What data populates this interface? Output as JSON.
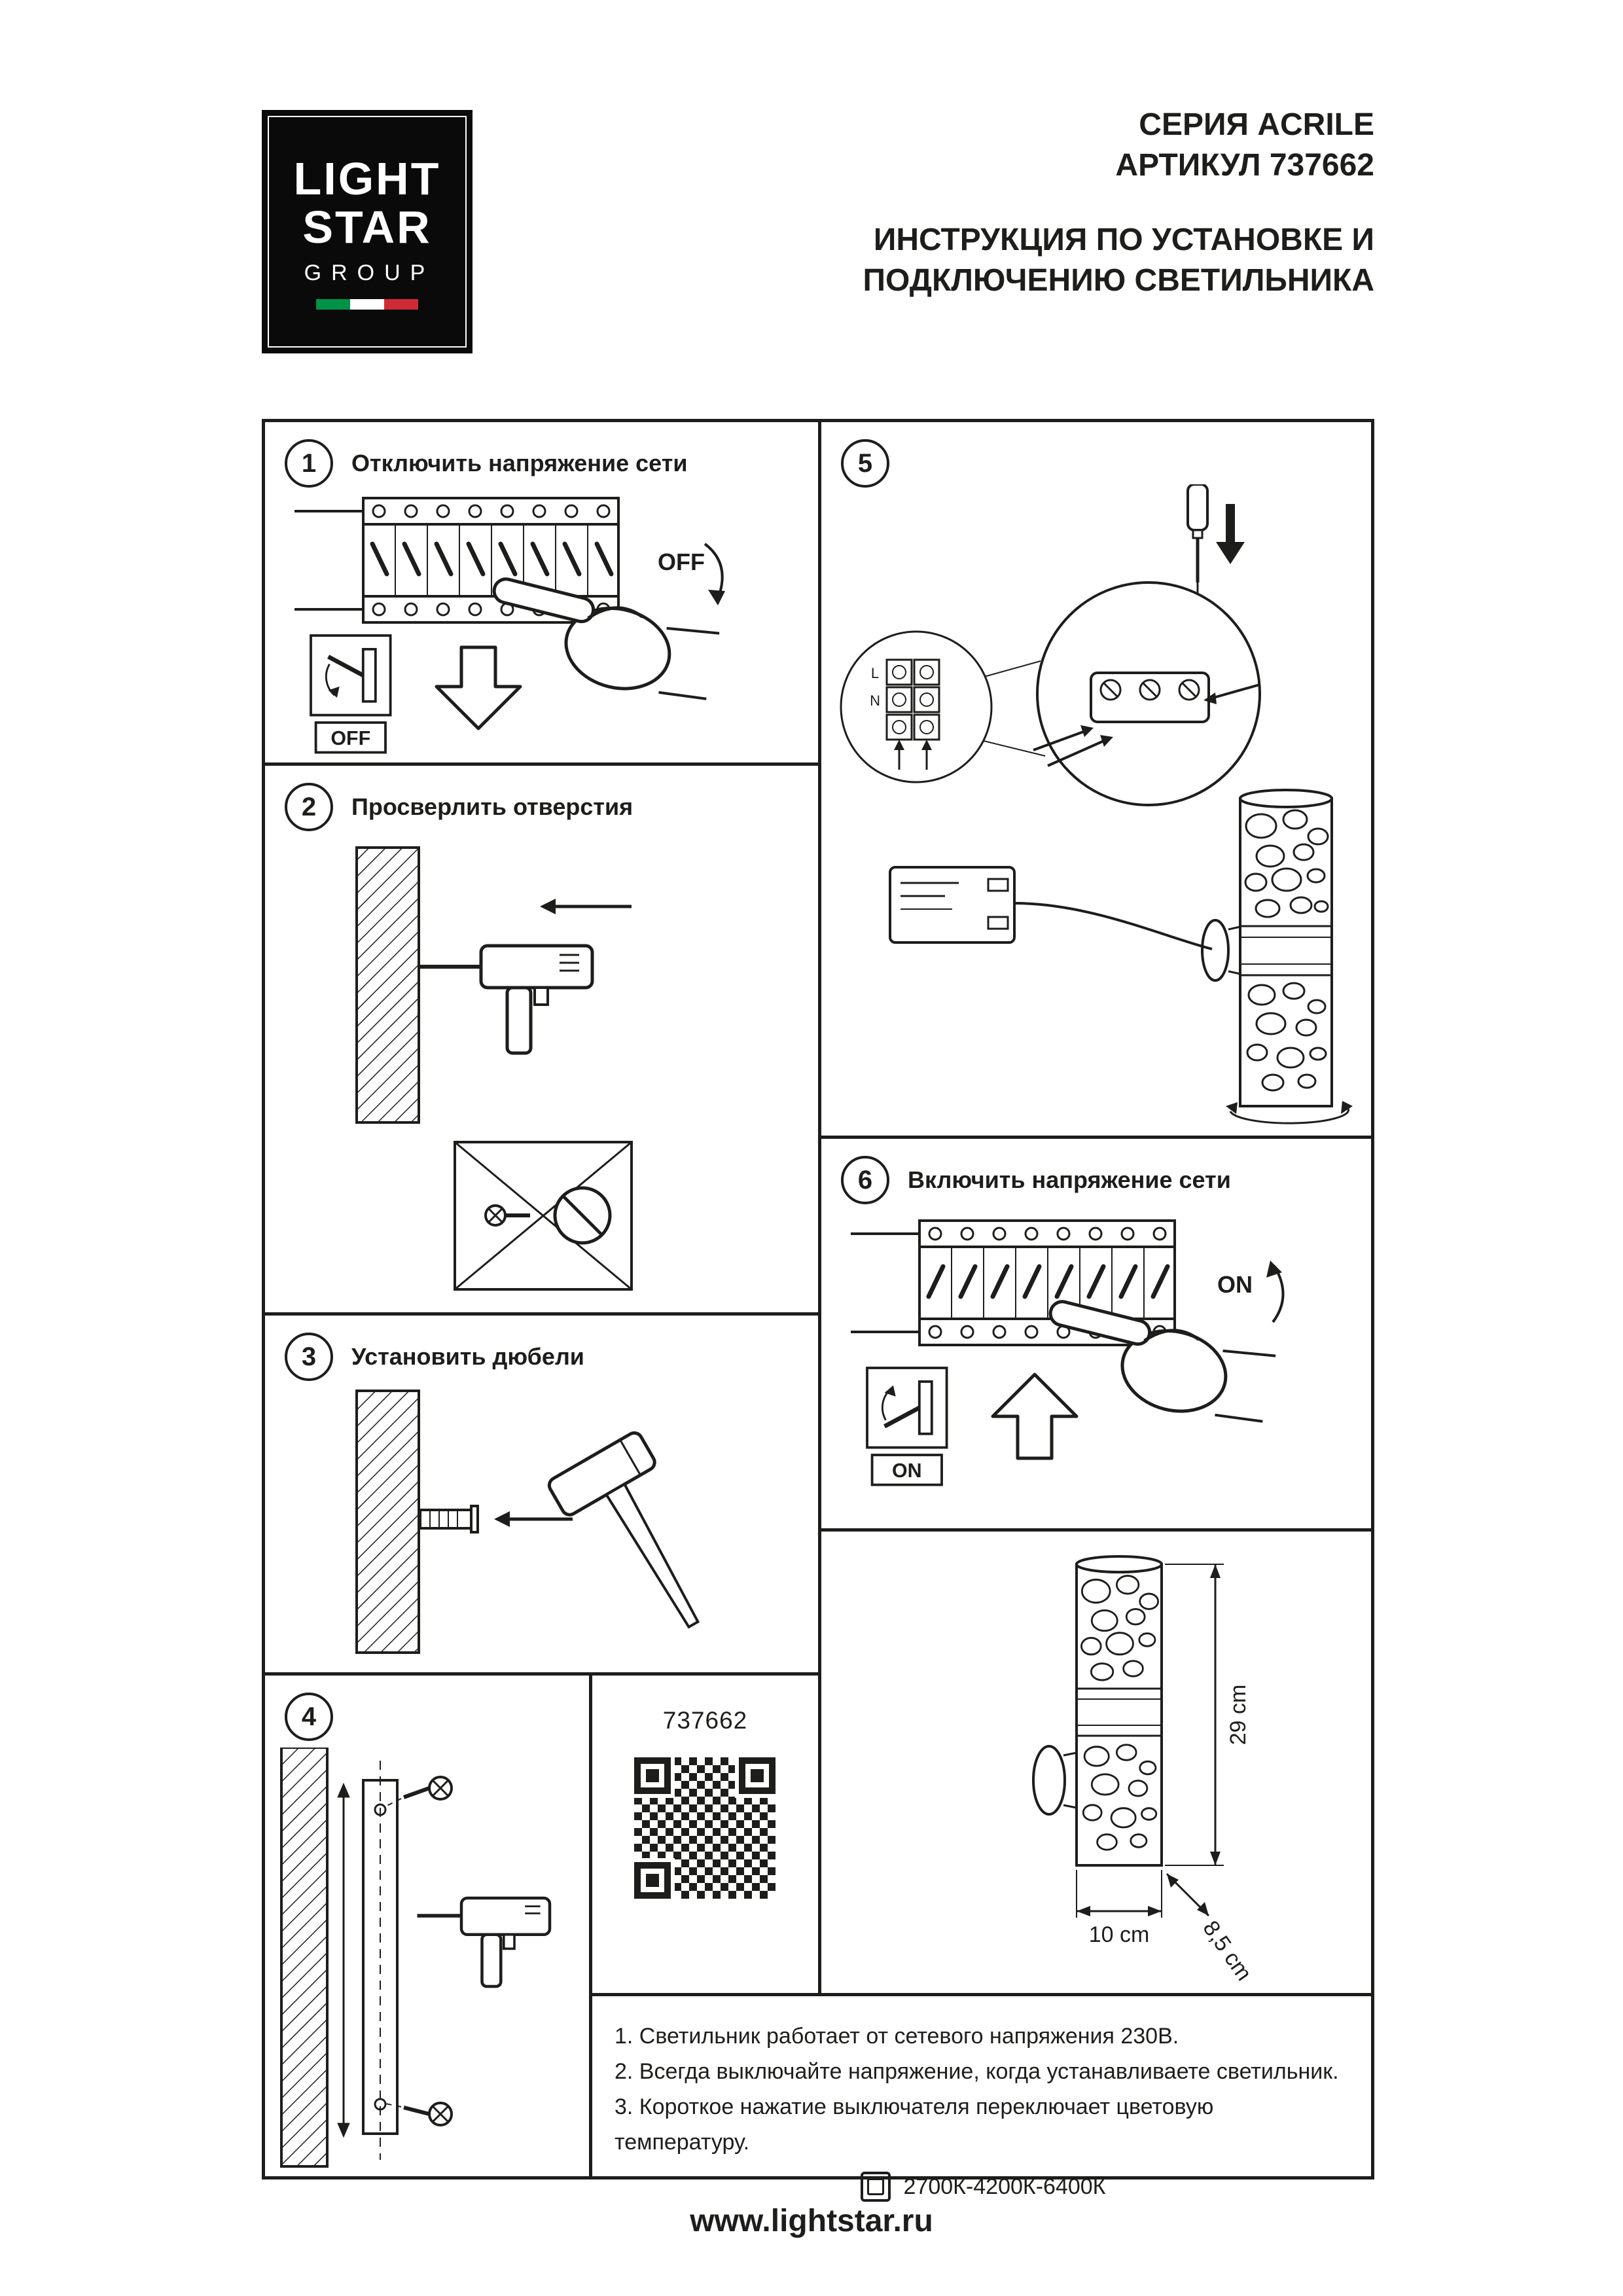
{
  "logo": {
    "line1": "LIGHT",
    "line2": "STAR",
    "line3": "GROUP",
    "flag_green": "#009246",
    "flag_white": "#ffffff",
    "flag_red": "#ce2b37"
  },
  "header": {
    "series": "СЕРИЯ ACRILE",
    "article": "АРТИКУЛ 737662",
    "title_line1": "ИНСТРУКЦИЯ ПО УСТАНОВКЕ И",
    "title_line2": "ПОДКЛЮЧЕНИЮ СВЕТИЛЬНИКА"
  },
  "steps": {
    "s1": {
      "number": "1",
      "title": "Отключить напряжение сети",
      "breaker_label": "OFF",
      "switch_label": "OFF"
    },
    "s2": {
      "number": "2",
      "title": "Просверлить отверстия"
    },
    "s3": {
      "number": "3",
      "title": "Установить дюбели"
    },
    "s4": {
      "number": "4"
    },
    "s5": {
      "number": "5",
      "wire_l": "L",
      "wire_n": "N"
    },
    "s6": {
      "number": "6",
      "title": "Включить напряжение сети",
      "breaker_label": "ON",
      "switch_label": "ON"
    }
  },
  "qr_panel": {
    "article": "737662"
  },
  "dimensions": {
    "height": "29 cm",
    "width": "10 cm",
    "depth": "8,5 cm"
  },
  "notes": {
    "line1": "1. Светильник работает от сетевого напряжения 230В.",
    "line2": "2. Всегда выключайте напряжение, когда устанавливаете светильник.",
    "line3": "3. Короткое нажатие выключателя переключает цветовую температуру.",
    "temperature": "2700К-4200К-6400К"
  },
  "footer": {
    "website": "www.lightstar.ru"
  }
}
